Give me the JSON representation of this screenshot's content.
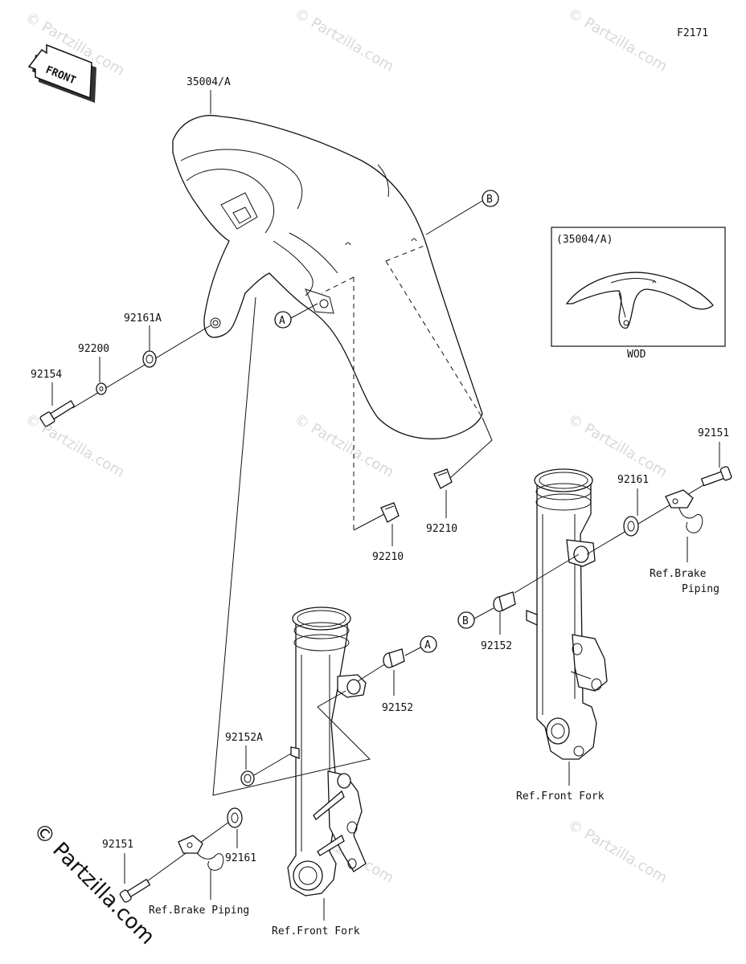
{
  "diagram_code": "F2171",
  "front_label": "FRONT",
  "watermark": "© Partzilla.com",
  "labels": {
    "fender": "35004/A",
    "p92161A": "92161A",
    "p92200": "92200",
    "p92154": "92154",
    "p92210_left": "92210",
    "p92210_right": "92210",
    "p92151_top": "92151",
    "p92161_top": "92161",
    "ref_brake_top_1": "Ref.Brake",
    "ref_brake_top_2": "Piping",
    "p92152_right": "92152",
    "p92152_mid": "92152",
    "p92152A": "92152A",
    "p92151_bottom": "92151",
    "p92161_bottom": "92161",
    "ref_brake_bottom": "Ref.Brake Piping",
    "ref_fork_left": "Ref.Front Fork",
    "ref_fork_right": "Ref.Front Fork",
    "callout_A": "A",
    "callout_B": "B"
  },
  "inset": {
    "title": "(35004/A)",
    "caption": "WOD"
  }
}
